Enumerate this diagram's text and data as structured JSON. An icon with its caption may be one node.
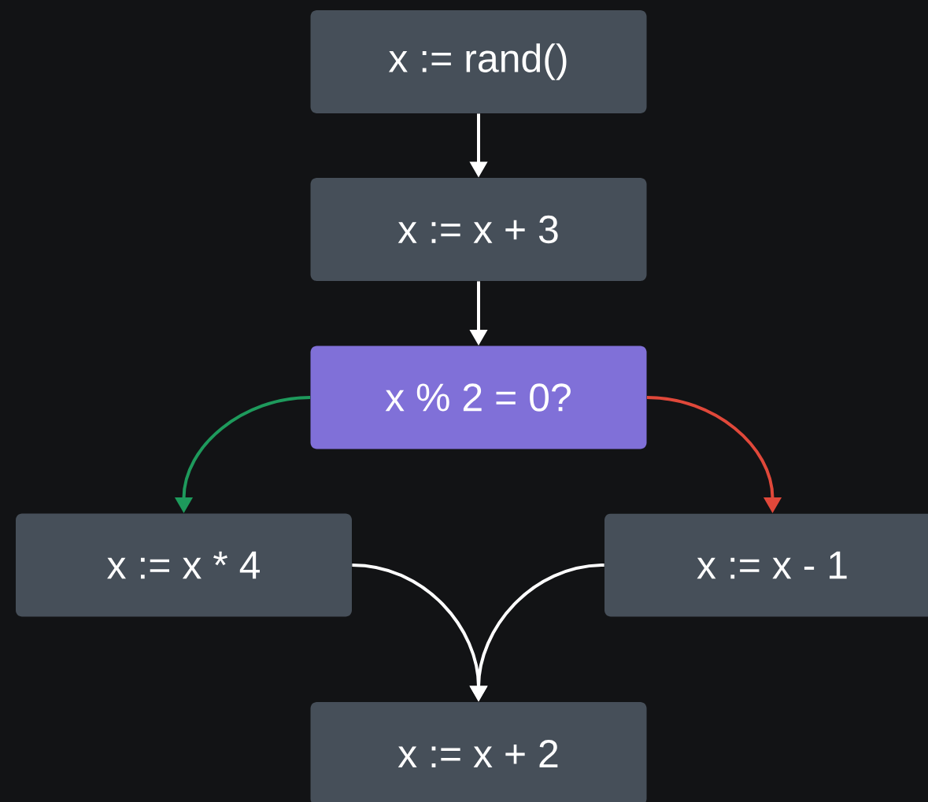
{
  "diagram": {
    "nodes": [
      {
        "text": [
          "x := rand()"
        ]
      },
      {
        "text": [
          "x := x + 3"
        ]
      },
      {
        "text": [
          "x % 2 = 0?"
        ]
      },
      {
        "text": [
          "x := x * 4"
        ]
      },
      {
        "text": [
          "x := x - 1"
        ]
      },
      {
        "text": [
          "x := x + 2"
        ]
      }
    ],
    "edges": [
      {
        "from": 0,
        "to": 1,
        "arrow": "to"
      },
      {
        "from": 1,
        "to": 2,
        "arrow": "to"
      },
      {
        "from": 2,
        "to": 3,
        "arrow": "to",
        "color": "#1e9a5c"
      },
      {
        "from": 2,
        "to": 4,
        "arrow": "to",
        "color": "#e0483a"
      },
      {
        "from": 3,
        "to": 5,
        "arrow": "to"
      },
      {
        "from": 4,
        "to": 5,
        "arrow": "to"
      }
    ]
  }
}
